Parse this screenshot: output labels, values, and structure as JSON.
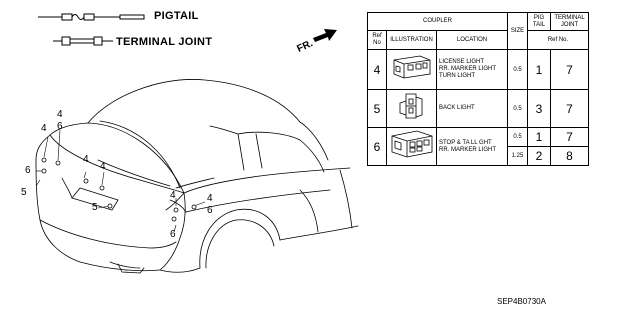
{
  "legend": {
    "pigtail_label": "PIGTAIL",
    "terminal_joint_label": "TERMINAL JOINT"
  },
  "direction_label": "FR.",
  "callouts": [
    "4",
    "6",
    "4",
    "6",
    "5",
    "4",
    "4",
    "5",
    "4",
    "6",
    "4",
    "6"
  ],
  "table": {
    "header": {
      "coupler": "COUPLER",
      "ref_no": "Ref No",
      "illustration": "ILLUSTRATION",
      "location": "LOCATION",
      "size": "SIZE",
      "pig_tail": "PIG TAIL",
      "terminal_joint": "TERMINAL JOINT",
      "ref_no_sub": "Ref No."
    },
    "rows": [
      {
        "ref": "4",
        "location": "LICENSE LIGHT\nRR. MARKER LIGHT\nTURN LIGHT",
        "sizes": [
          "0.5"
        ],
        "pigtail": [
          "1"
        ],
        "terminal": [
          "7"
        ]
      },
      {
        "ref": "5",
        "location": "BACK LIGHT",
        "sizes": [
          "0.5"
        ],
        "pigtail": [
          "3"
        ],
        "terminal": [
          "7"
        ]
      },
      {
        "ref": "6",
        "location": "STOP & TA LL GHT\nRR. MARKER LIGHT",
        "sizes": [
          "0.5",
          "1.25"
        ],
        "pigtail": [
          "1",
          "2"
        ],
        "terminal": [
          "7",
          "8"
        ]
      }
    ]
  },
  "diagram_code": "SEP4B0730A"
}
